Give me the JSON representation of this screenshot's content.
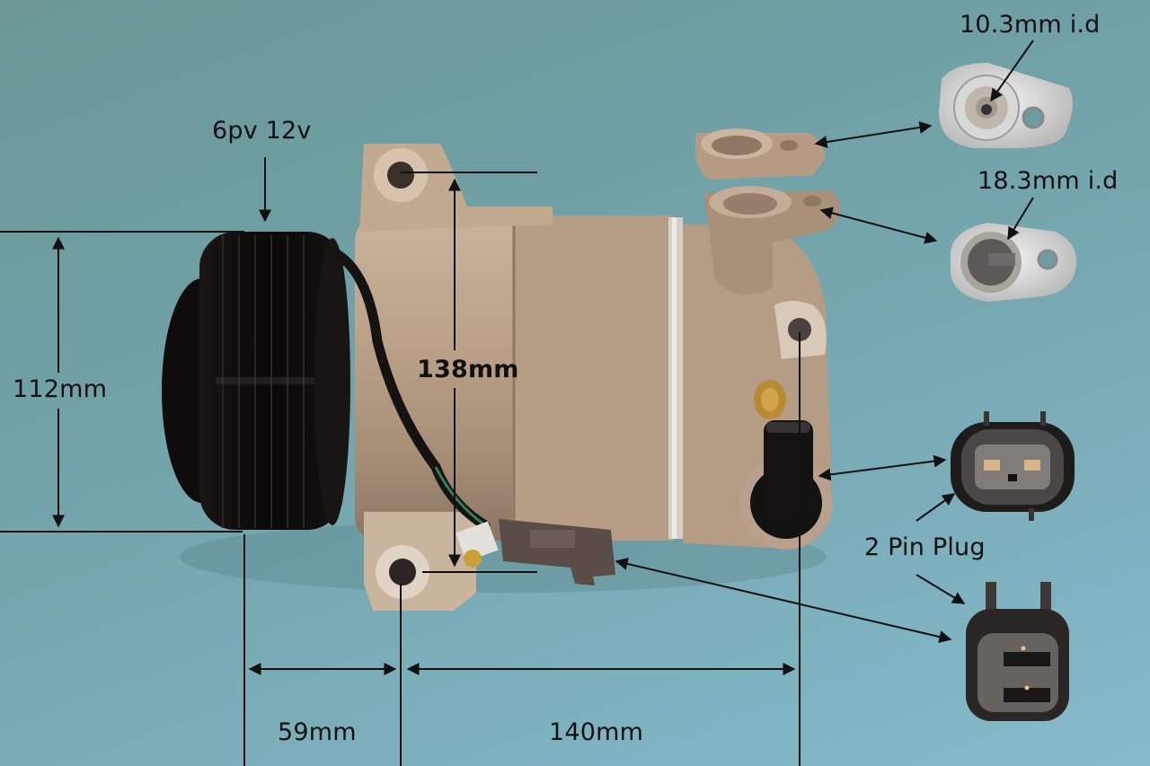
{
  "image": {
    "subject": "Automotive A/C compressor with dimension annotations",
    "background_color": "#78aab4"
  },
  "labels": {
    "pulley_spec": "6pv 12v",
    "height_dimension": "112mm",
    "mount_hole_spacing_vertical": "138mm",
    "pulley_to_mount_dimension": "59mm",
    "mount_to_mount_dimension": "140mm",
    "upper_port_id": "10.3mm i.d",
    "lower_port_id": "18.3mm i.d",
    "connector_label": "2 Pin Plug"
  },
  "components": {
    "pulley": {
      "grooves": 6,
      "color": "#0d0b0c"
    },
    "body": {
      "color": "#b9a088"
    },
    "upper_port_fitting": {
      "color": "#cfcfcf"
    },
    "lower_port_fitting": {
      "color": "#d2d2d2"
    },
    "connector_female": {
      "pins": 2,
      "color": "#3a3534"
    },
    "connector_male": {
      "pins": 2,
      "color": "#3b3736"
    }
  },
  "colors": {
    "annotation_line": "#111111",
    "metal_body": "#b8a088",
    "metal_shadow": "#8e7864",
    "pulley_black": "#0c0a0a",
    "brass_valve": "#c7953a"
  }
}
